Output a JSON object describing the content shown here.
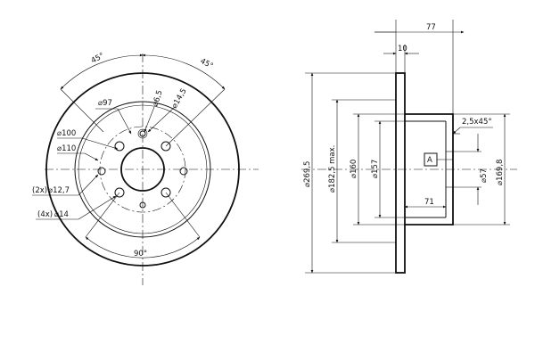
{
  "front_view": {
    "angle_left": "45°",
    "angle_right": "45°",
    "angle_bottom": "90°",
    "dia_97": "⌀97",
    "dia_100": "⌀100",
    "dia_110": "⌀110",
    "hole_6_5": "⌀6,5",
    "hole_14_5": "⌀14,5",
    "holes_12_7_count": "(2x)",
    "holes_12_7": "⌀12,7",
    "holes_14_count": "(4x)",
    "holes_14": "⌀14"
  },
  "side_view": {
    "total_width": "77",
    "hat_offset": "10",
    "chamfer": "2,5x45°",
    "dia_269_5": "⌀269,5",
    "dia_182_5": "⌀182,5 max.",
    "dia_160": "⌀160",
    "dia_157": "⌀157",
    "dia_57": "⌀57",
    "dia_169_8": "⌀169,8",
    "hat_depth": "71",
    "datum": "A"
  }
}
